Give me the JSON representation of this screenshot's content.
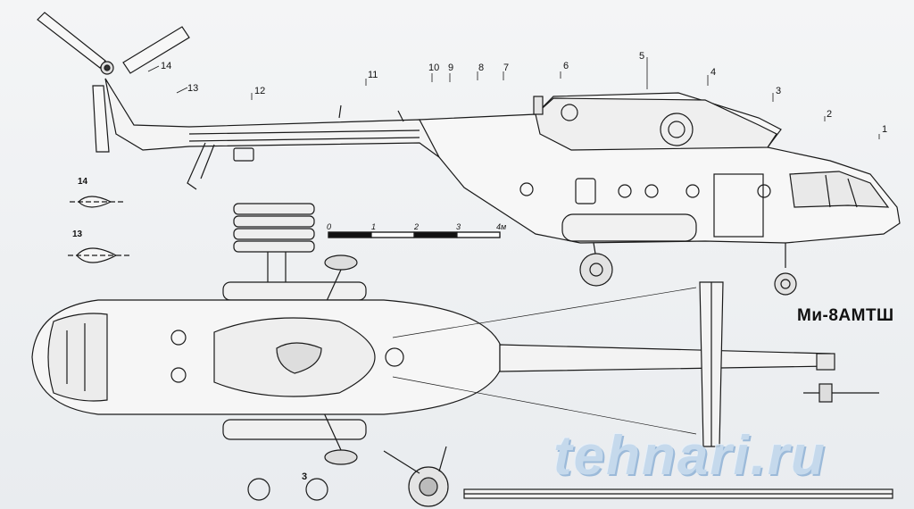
{
  "model": "Ми-8АМТШ",
  "watermark": "tehnari.ru",
  "callouts": [
    "14",
    "13",
    "12",
    "11",
    "10",
    "9",
    "8",
    "7",
    "6",
    "5",
    "4",
    "3",
    "2",
    "1"
  ],
  "sections": [
    "14",
    "13"
  ],
  "scale": [
    "0",
    "1",
    "2",
    "3",
    "4м"
  ],
  "bottom_callout": "3"
}
